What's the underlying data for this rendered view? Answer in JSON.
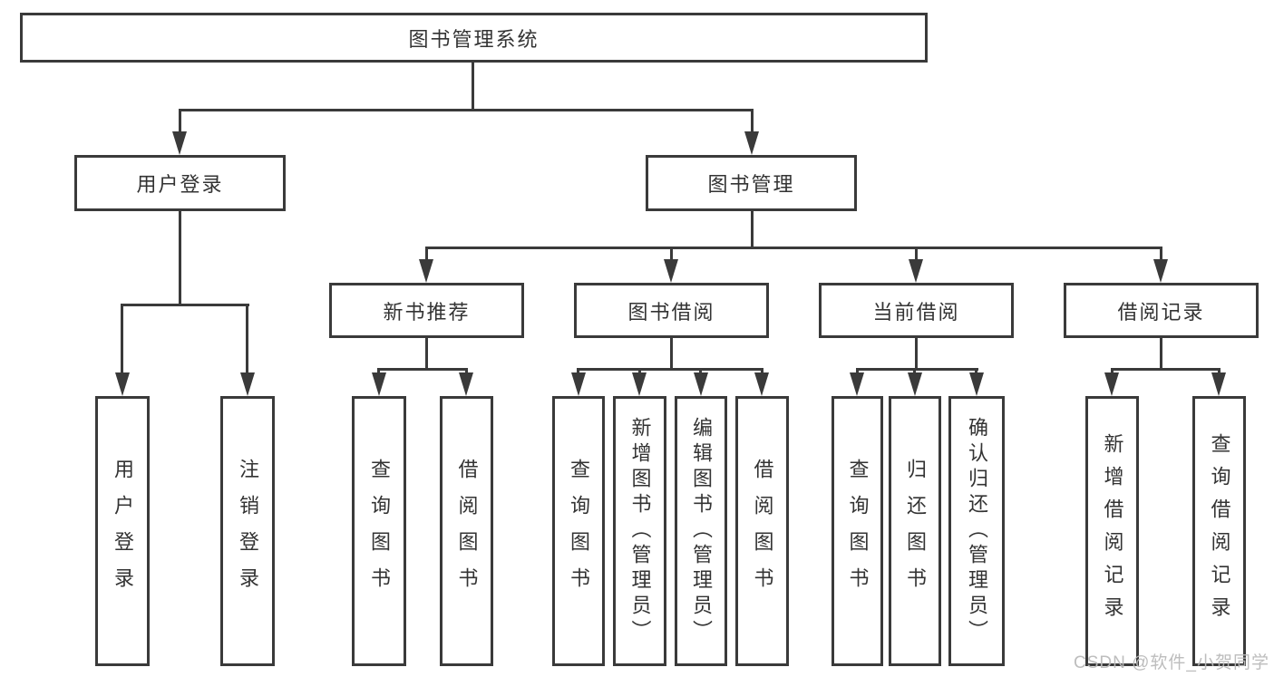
{
  "diagram": {
    "root": "图书管理系统",
    "level2": [
      "用户登录",
      "图书管理"
    ],
    "level3": [
      "新书推荐",
      "图书借阅",
      "当前借阅",
      "借阅记录"
    ],
    "leaves_user_login": [
      "用户登录",
      "注销登录"
    ],
    "leaves_new_book": [
      "查询图书",
      "借阅图书"
    ],
    "leaves_book_borrow": [
      "查询图书",
      "新增图书（管理员）",
      "编辑图书（管理员）",
      "借阅图书"
    ],
    "leaves_current_borrow": [
      "查询图书",
      "归还图书",
      "确认归还（管理员）"
    ],
    "leaves_borrow_record": [
      "新增借阅记录",
      "查询借阅记录"
    ],
    "watermark": "CSDN @软件_小贺同学",
    "colors": {
      "line": "#3a3a3a",
      "text": "#333333",
      "background": "#ffffff",
      "watermark": "#b9b9b9"
    }
  }
}
